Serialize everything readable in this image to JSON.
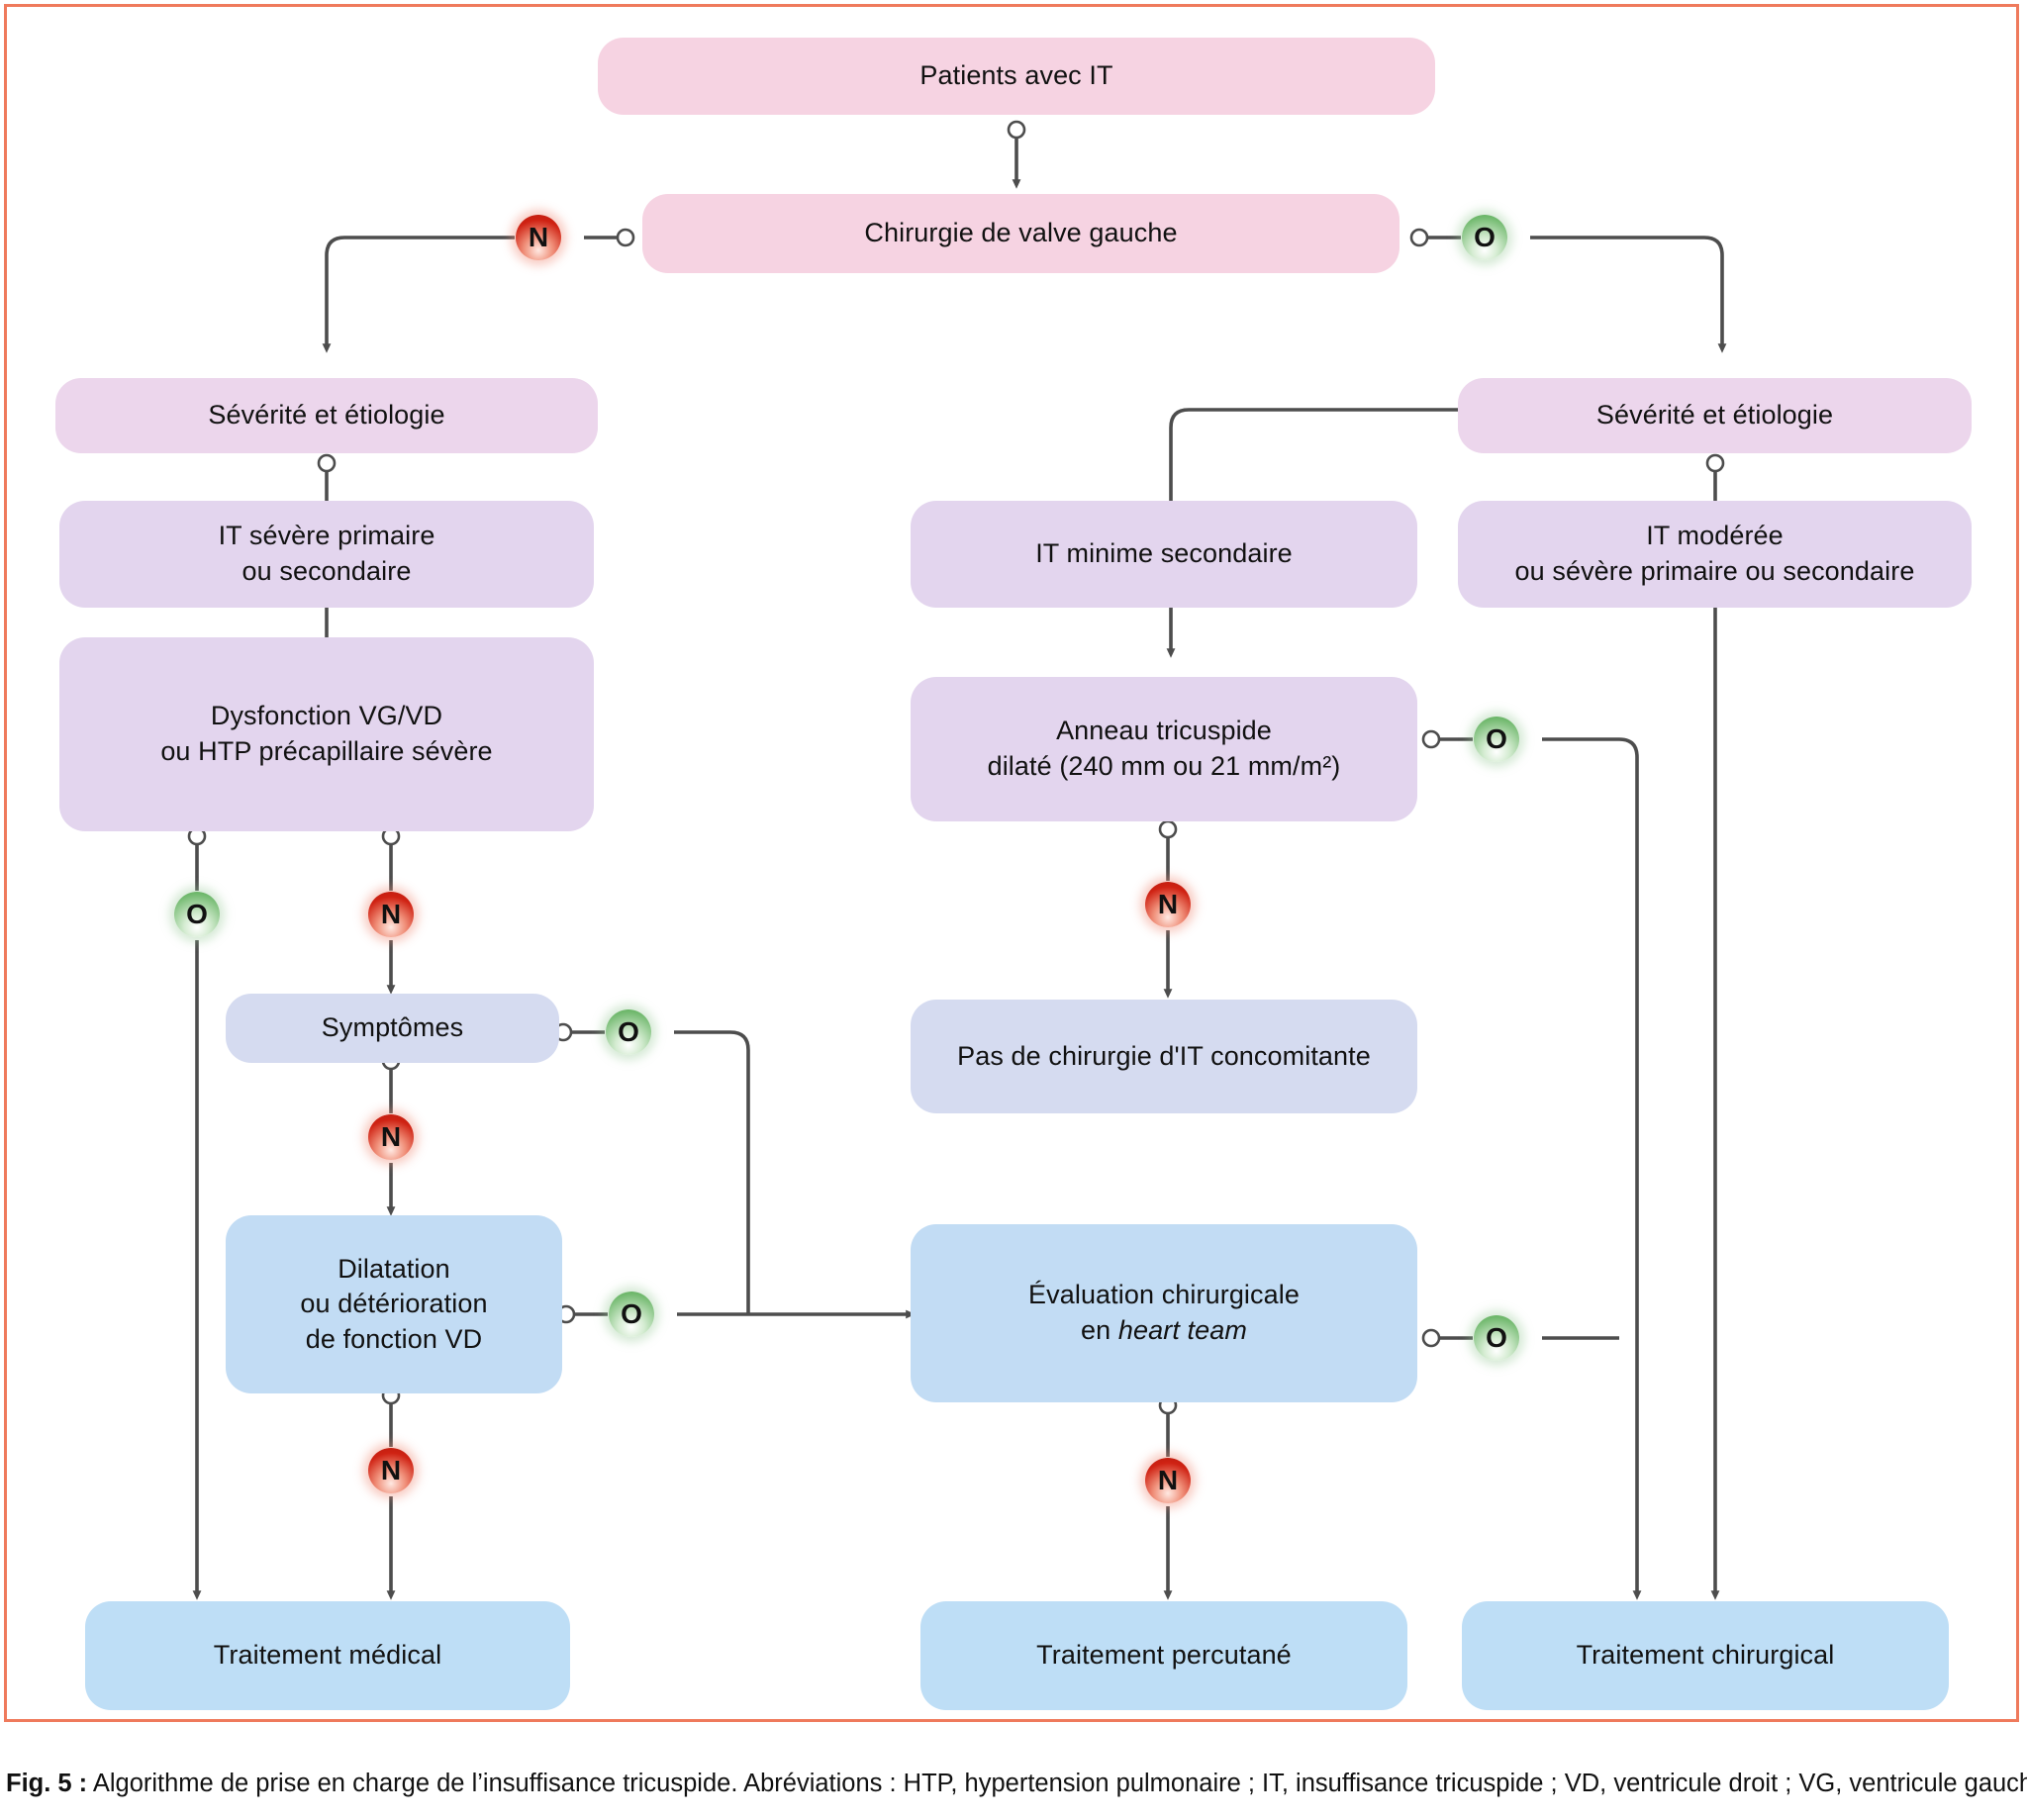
{
  "figure": {
    "caption_label": "Fig. 5 :",
    "caption_text": " Algorithme de prise en charge de l’insuffisance tricuspide. Abréviations : HTP, hypertension pulmonaire ; IT, insuffisance tricuspide ; VD, ventricule droit ; VG, ventricule gauche.",
    "border_color": "#ef7a5c"
  },
  "decision_labels": {
    "yes": "O",
    "no": "N"
  },
  "colors": {
    "pink": "#f6d3e2",
    "lilac": "#ecd6ec",
    "lilac_deep": "#e3d5ee",
    "periwinkle": "#d5dbf0",
    "blue": "#c2dcf4",
    "blue_bright": "#bedef6",
    "connector": "#4d4d4d",
    "badge_yes": "#5aa657",
    "badge_no": "#cf2213"
  },
  "nodes": {
    "patients": "Patients avec IT",
    "left_surgery": "Chirurgie de valve gauche",
    "severity_left": "Sévérité et étiologie",
    "severity_right": "Sévérité et étiologie",
    "it_severe": {
      "line1": "IT sévère primaire",
      "line2": "ou secondaire"
    },
    "dysfunction": {
      "line1": "Dysfonction VG/VD",
      "line2": "ou HTP précapillaire sévère"
    },
    "it_minime": "IT minime secondaire",
    "anneau": {
      "line1": "Anneau tricuspide",
      "line2": "dilaté (240 mm ou 21 mm/m²)"
    },
    "it_moderee": {
      "line1": "IT modérée",
      "line2": "ou sévère primaire ou secondaire"
    },
    "symptomes": "Symptômes",
    "pas_chirurgie": "Pas de chirurgie d'IT concomitante",
    "dilatation": {
      "line1": "Dilatation",
      "line2": "ou détérioration",
      "line3": "de fonction VD"
    },
    "evaluation": {
      "line1": "Évaluation chirurgicale",
      "line2_prefix": "en ",
      "line2_italic": "heart team"
    },
    "traitement_medical": "Traitement médical",
    "traitement_percutane": "Traitement percutané",
    "traitement_chirurgical": "Traitement chirurgical"
  },
  "badges": [
    {
      "id": "no-left-surgery",
      "label": "N",
      "kind": "no"
    },
    {
      "id": "yes-left-surgery",
      "label": "O",
      "kind": "yes"
    },
    {
      "id": "yes-dysfunction",
      "label": "O",
      "kind": "yes"
    },
    {
      "id": "no-dysfunction",
      "label": "N",
      "kind": "no"
    },
    {
      "id": "no-anneau",
      "label": "N",
      "kind": "no"
    },
    {
      "id": "yes-anneau",
      "label": "O",
      "kind": "yes"
    },
    {
      "id": "yes-symptomes",
      "label": "O",
      "kind": "yes"
    },
    {
      "id": "no-symptomes",
      "label": "N",
      "kind": "no"
    },
    {
      "id": "yes-dilatation",
      "label": "O",
      "kind": "yes"
    },
    {
      "id": "no-dilatation",
      "label": "N",
      "kind": "no"
    },
    {
      "id": "yes-evaluation",
      "label": "O",
      "kind": "yes"
    },
    {
      "id": "no-evaluation",
      "label": "N",
      "kind": "no"
    }
  ]
}
